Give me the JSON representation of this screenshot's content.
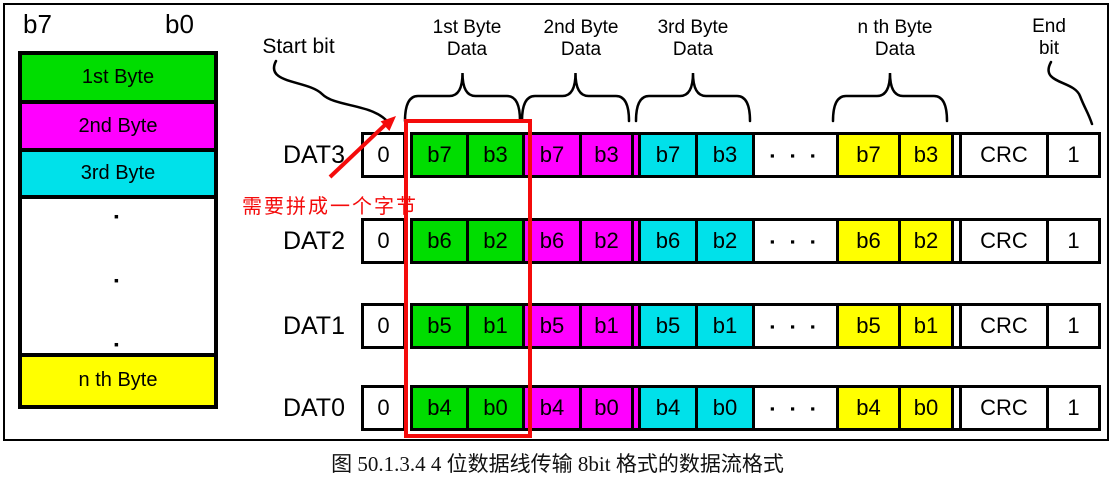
{
  "colors": {
    "byte1": "#00dd00",
    "byte2": "#ff00ff",
    "byte3": "#00e1ea",
    "byte4": "#ffff00",
    "highlight": "#f40b0b",
    "border": "#000000"
  },
  "left_panel": {
    "bit_high_label": "b7",
    "bit_low_label": "b0",
    "rows": [
      {
        "label": "1st Byte",
        "color": "byte1"
      },
      {
        "label": "2nd Byte",
        "color": "byte2"
      },
      {
        "label": "3rd Byte",
        "color": "byte3"
      }
    ],
    "ellipsis_dot": "▪",
    "last_row": {
      "label": "n th Byte",
      "color": "byte4"
    }
  },
  "labels": {
    "start_bit": "Start bit",
    "end_bit": {
      "line1": "End",
      "line2": "bit"
    },
    "groups": [
      {
        "line1": "1st Byte",
        "line2": "Data"
      },
      {
        "line1": "2nd Byte",
        "line2": "Data"
      },
      {
        "line1": "3rd Byte",
        "line2": "Data"
      },
      {
        "line1": "n th Byte",
        "line2": "Data"
      }
    ],
    "red_note": "需要拼成一个字节"
  },
  "stream": {
    "ellipsis": "▪ ▪ ▪",
    "rows": [
      {
        "label": "DAT3",
        "start_bit": "0",
        "high_bit": "b7",
        "low_bit": "b3",
        "crc": "CRC",
        "end_bit": "1"
      },
      {
        "label": "DAT2",
        "start_bit": "0",
        "high_bit": "b6",
        "low_bit": "b2",
        "crc": "CRC",
        "end_bit": "1"
      },
      {
        "label": "DAT1",
        "start_bit": "0",
        "high_bit": "b5",
        "low_bit": "b1",
        "crc": "CRC",
        "end_bit": "1"
      },
      {
        "label": "DAT0",
        "start_bit": "0",
        "high_bit": "b4",
        "low_bit": "b0",
        "crc": "CRC",
        "end_bit": "1"
      }
    ]
  },
  "caption": "图 50.1.3.4 4 位数据线传输 8bit 格式的数据流格式"
}
